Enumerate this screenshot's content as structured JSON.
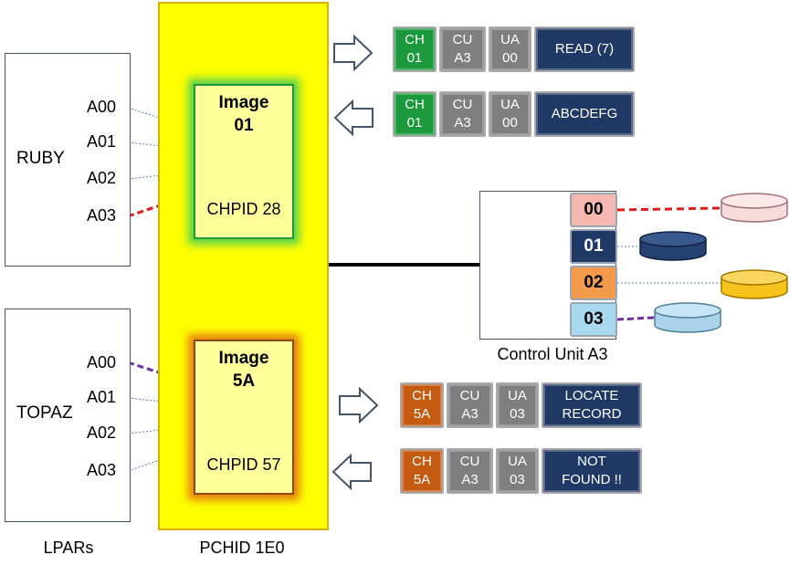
{
  "lpars": {
    "caption": "LPARs",
    "ruby": {
      "name": "RUBY",
      "addresses": [
        "A00",
        "A01",
        "A02",
        "A03"
      ]
    },
    "topaz": {
      "name": "TOPAZ",
      "addresses": [
        "A00",
        "A01",
        "A02",
        "A03"
      ]
    }
  },
  "pchid": {
    "caption": "PCHID 1E0",
    "images": [
      {
        "title_line1": "Image",
        "title_line2": "01",
        "chpid": "CHPID 28"
      },
      {
        "title_line1": "Image",
        "title_line2": "5A",
        "chpid": "CHPID 57"
      }
    ]
  },
  "control_unit": {
    "caption": "Control Unit A3",
    "devices": [
      {
        "label": "00",
        "color": "#f4b8b0",
        "text_color": "#000000",
        "disk_color": "#f7dada"
      },
      {
        "label": "01",
        "color": "#1f3864",
        "text_color": "#ffffff",
        "disk_color": "#24416f"
      },
      {
        "label": "02",
        "color": "#f39a4c",
        "text_color": "#000000",
        "disk_color": "#f7c21a"
      },
      {
        "label": "03",
        "color": "#a7d8ee",
        "text_color": "#000000",
        "disk_color": "#a9d3e8"
      }
    ]
  },
  "messages": [
    {
      "ch": [
        "CH",
        "01"
      ],
      "cu": [
        "CU",
        "A3"
      ],
      "ua": [
        "UA",
        "00"
      ],
      "op": [
        "READ (7)"
      ],
      "ch_color": "#1a9a3c",
      "direction": "outbound"
    },
    {
      "ch": [
        "CH",
        "01"
      ],
      "cu": [
        "CU",
        "A3"
      ],
      "ua": [
        "UA",
        "00"
      ],
      "op": [
        "ABCDEFG"
      ],
      "ch_color": "#1a9a3c",
      "direction": "inbound"
    },
    {
      "ch": [
        "CH",
        "5A"
      ],
      "cu": [
        "CU",
        "A3"
      ],
      "ua": [
        "UA",
        "03"
      ],
      "op": [
        "LOCATE",
        "RECORD"
      ],
      "ch_color": "#c55a11",
      "direction": "outbound"
    },
    {
      "ch": [
        "CH",
        "5A"
      ],
      "cu": [
        "CU",
        "A3"
      ],
      "ua": [
        "UA",
        "03"
      ],
      "op": [
        "NOT",
        "FOUND !!"
      ],
      "ch_color": "#c55a11",
      "direction": "inbound"
    }
  ],
  "colors": {
    "pchid": "#ffff00",
    "image_fill": "#ffff9c",
    "path_red": "#e01b1b",
    "path_purple": "#7030a0",
    "fan_line": "#5b7fb5",
    "op_cell": "#1f3864",
    "unit_cell": "#7f7f7f"
  }
}
